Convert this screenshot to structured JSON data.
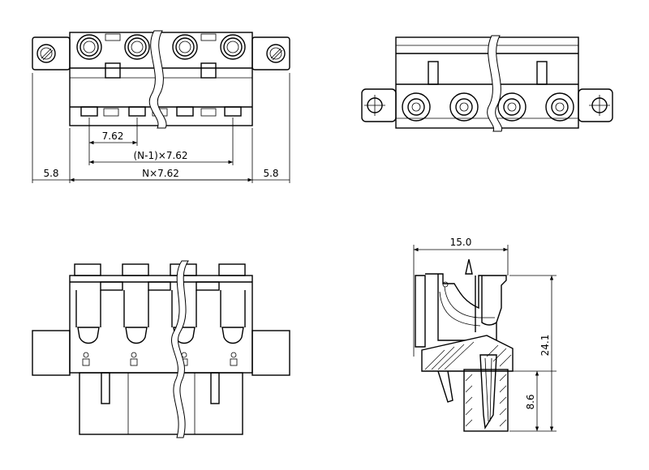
{
  "dimensions": {
    "pitch": "7.62",
    "span": "(N-1)×7.62",
    "total": "N×7.62",
    "flange_left": "5.8",
    "flange_right": "5.8",
    "side_width": "15.0",
    "side_height": "24.1",
    "pin_height": "8.6"
  },
  "colors": {
    "line": "#000000",
    "background": "#ffffff"
  }
}
